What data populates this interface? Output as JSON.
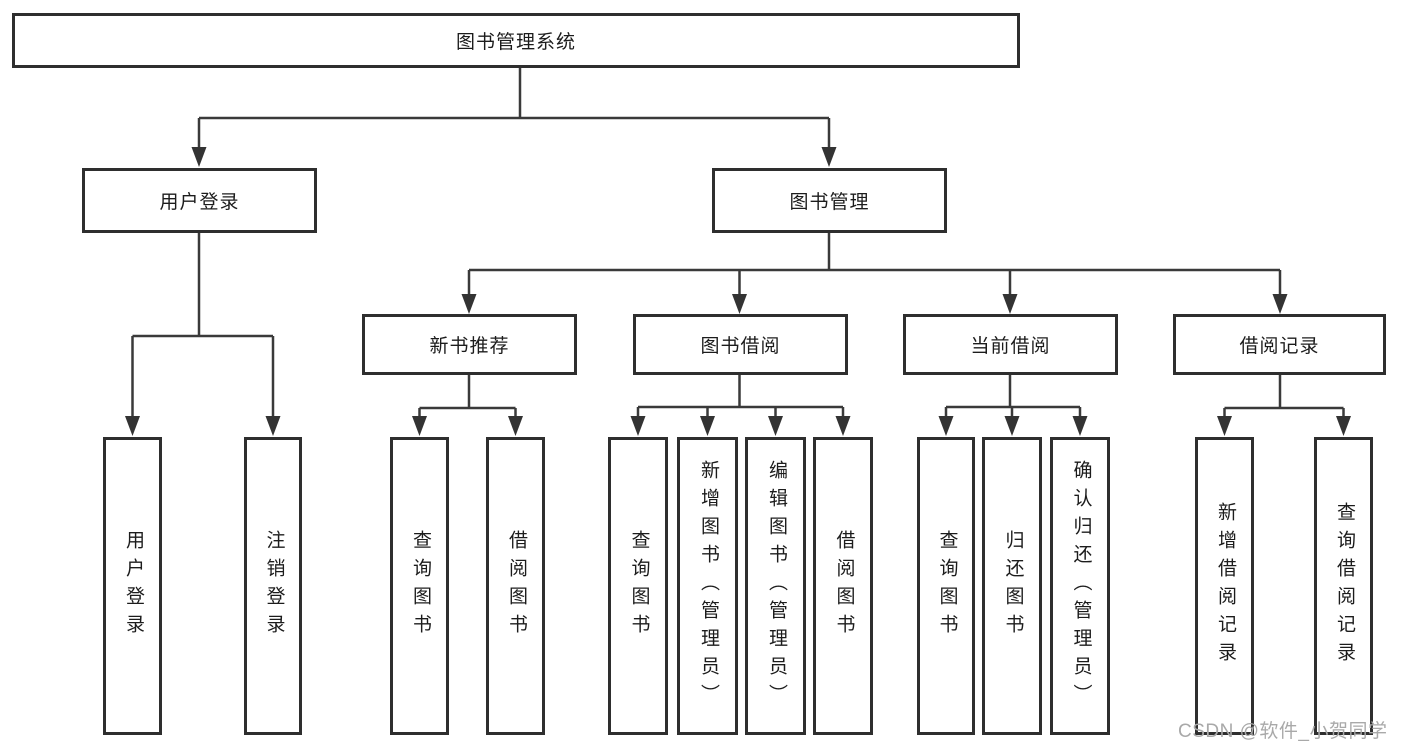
{
  "diagram": {
    "tree": {
      "label": "图书管理系统",
      "children": [
        {
          "label": "用户登录",
          "children": [
            {
              "label": "用户登录"
            },
            {
              "label": "注销登录"
            }
          ]
        },
        {
          "label": "图书管理",
          "children": [
            {
              "label": "新书推荐",
              "children": [
                {
                  "label": "查询图书"
                },
                {
                  "label": "借阅图书"
                }
              ]
            },
            {
              "label": "图书借阅",
              "children": [
                {
                  "label": "查询图书"
                },
                {
                  "label": "新增图书（管理员）"
                },
                {
                  "label": "编辑图书（管理员）"
                },
                {
                  "label": "借阅图书"
                }
              ]
            },
            {
              "label": "当前借阅",
              "children": [
                {
                  "label": "查询图书"
                },
                {
                  "label": "归还图书"
                },
                {
                  "label": "确认归还（管理员）"
                }
              ]
            },
            {
              "label": "借阅记录",
              "children": [
                {
                  "label": "新增借阅记录"
                },
                {
                  "label": "查询借阅记录"
                }
              ]
            }
          ]
        }
      ]
    },
    "colors": {
      "line": "#3a3a3a",
      "box_border": "#2e2e2e",
      "text": "#1c1c1c",
      "background": "#ffffff",
      "watermark": "#a9a9a9"
    }
  },
  "watermark": {
    "text": "CSDN @软件_小贺同学"
  }
}
